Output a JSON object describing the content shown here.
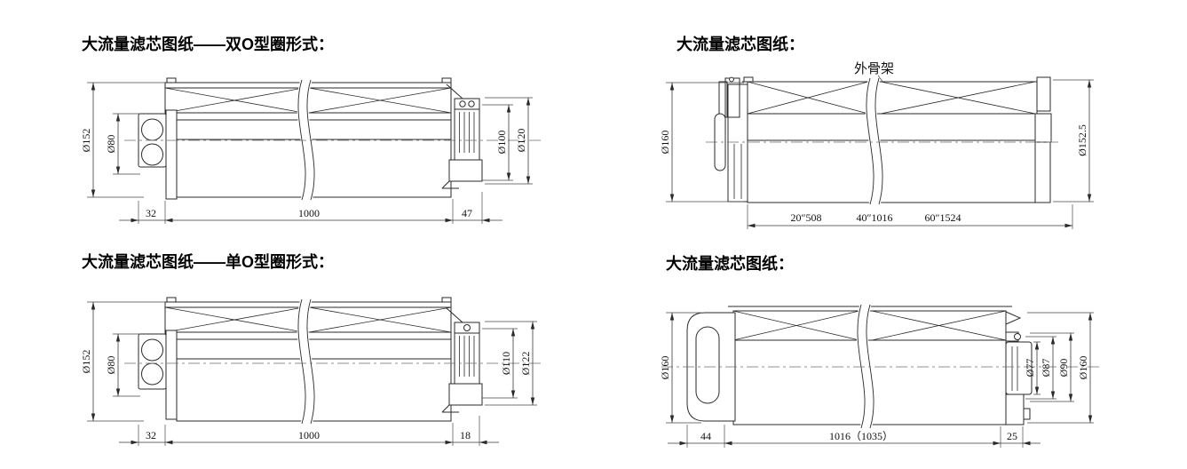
{
  "page": {
    "background": "#ffffff",
    "line_color": "#2a2a2a"
  },
  "panels": [
    {
      "id": "top-left",
      "title": "大流量滤芯图纸——双O型圈形式：",
      "dims": {
        "outer": "Ø152",
        "bore": "Ø80",
        "neck": "Ø100",
        "flange": "Ø120",
        "cap_len": "32",
        "body_len": "1000",
        "end_len": "47"
      }
    },
    {
      "id": "top-right",
      "title": "大流量滤芯图纸：",
      "callout": "外骨架",
      "dims": {
        "outer": "Ø160",
        "right": "Ø152.5"
      },
      "lengths": [
        "20″508",
        "40″1016",
        "60″1524"
      ]
    },
    {
      "id": "bottom-left",
      "title": "大流量滤芯图纸——单O型圈形式：",
      "dims": {
        "outer": "Ø152",
        "bore": "Ø80",
        "neck": "Ø110",
        "flange": "Ø122",
        "cap_len": "32",
        "body_len": "1000",
        "end_len": "18"
      }
    },
    {
      "id": "bottom-right",
      "title": "大流量滤芯图纸：",
      "dims": {
        "outer": "Ø160",
        "spigot": "Ø77",
        "groove": "Ø87",
        "neck": "Ø90",
        "right": "Ø160",
        "cap_len": "44",
        "body_len": "1016（1035）",
        "end_len": "25"
      }
    }
  ]
}
